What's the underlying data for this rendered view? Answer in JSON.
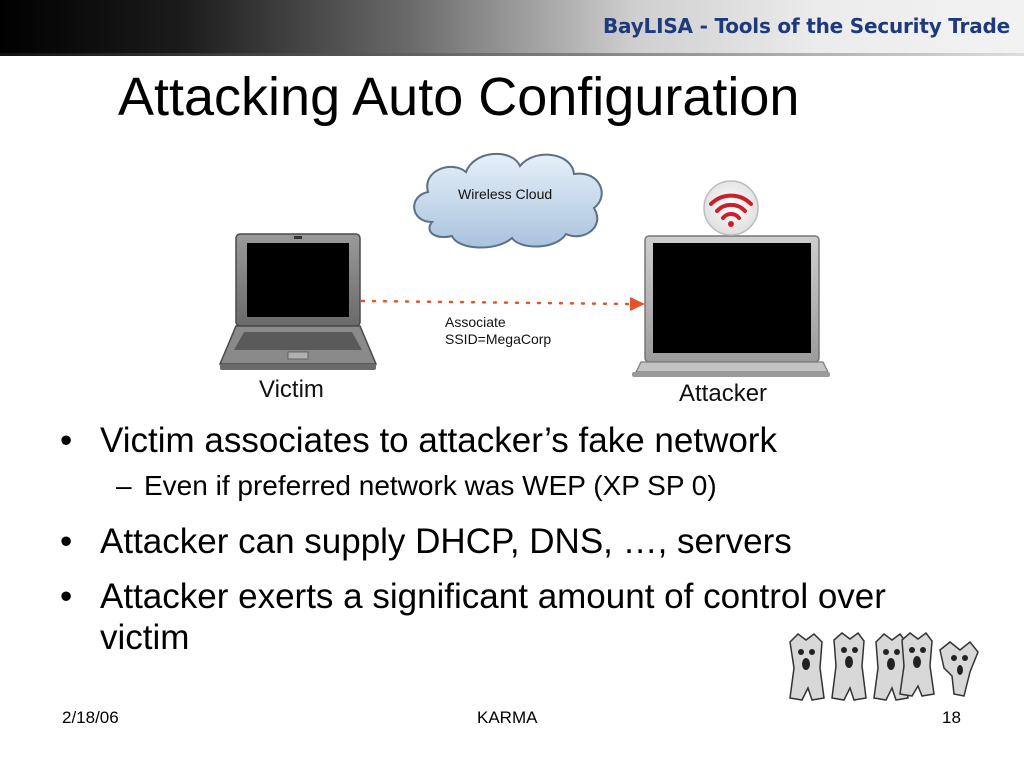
{
  "header": {
    "banner_title": "BayLISA - Tools of the Security Trade"
  },
  "slide": {
    "title": "Attacking Auto Configuration"
  },
  "diagram": {
    "cloud_label": "Wireless Cloud",
    "victim_label": "Victim",
    "attacker_label": "Attacker",
    "arrow_label_line1": "Associate",
    "arrow_label_line2": "SSID=MegaCorp",
    "arrow_color": "#e2552a",
    "wifi_color": "#c8202c"
  },
  "bullets": [
    {
      "text": "Victim associates to attacker’s fake network",
      "sub": [
        "Even if preferred network was WEP (XP SP 0)"
      ]
    },
    {
      "text": "Attacker can supply DHCP, DNS, …, servers",
      "sub": []
    },
    {
      "text": "Attacker exerts a significant amount of control over victim",
      "sub": []
    }
  ],
  "footer": {
    "date": "2/18/06",
    "center": "KARMA",
    "page": "18"
  },
  "colors": {
    "banner_title": "#1f3a7a",
    "cloud_fill": "#c8dcef",
    "cloud_stroke": "#5b6f86"
  }
}
